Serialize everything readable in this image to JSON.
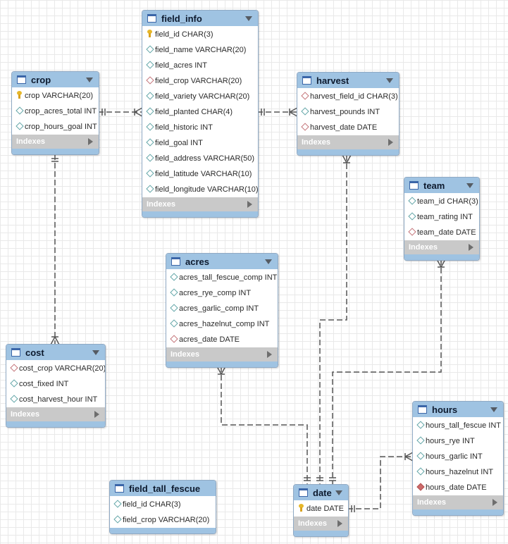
{
  "tables": {
    "field_info": {
      "name": "field_info",
      "indexes_label": "Indexes",
      "columns": [
        {
          "text": "field_id CHAR(3)",
          "icon": "key-icon"
        },
        {
          "text": "field_name VARCHAR(20)",
          "icon": "diamond-icon"
        },
        {
          "text": "field_acres INT",
          "icon": "diamond-icon"
        },
        {
          "text": "field_crop VARCHAR(20)",
          "icon": "fk-diamond-icon"
        },
        {
          "text": "field_variety VARCHAR(20)",
          "icon": "diamond-icon"
        },
        {
          "text": "field_planted CHAR(4)",
          "icon": "diamond-icon"
        },
        {
          "text": "field_historic INT",
          "icon": "diamond-icon"
        },
        {
          "text": "field_goal INT",
          "icon": "diamond-icon"
        },
        {
          "text": "field_address VARCHAR(50)",
          "icon": "diamond-icon"
        },
        {
          "text": "field_latitude VARCHAR(10)",
          "icon": "diamond-icon"
        },
        {
          "text": "field_longitude VARCHAR(10)",
          "icon": "diamond-icon"
        }
      ]
    },
    "crop": {
      "name": "crop",
      "indexes_label": "Indexes",
      "columns": [
        {
          "text": "crop VARCHAR(20)",
          "icon": "key-icon"
        },
        {
          "text": "crop_acres_total INT",
          "icon": "diamond-icon"
        },
        {
          "text": "crop_hours_goal INT",
          "icon": "diamond-icon"
        }
      ]
    },
    "harvest": {
      "name": "harvest",
      "indexes_label": "Indexes",
      "columns": [
        {
          "text": "harvest_field_id CHAR(3)",
          "icon": "fk-diamond-icon"
        },
        {
          "text": "harvest_pounds INT",
          "icon": "diamond-icon"
        },
        {
          "text": "harvest_date DATE",
          "icon": "fk-diamond-icon"
        }
      ]
    },
    "team": {
      "name": "team",
      "indexes_label": "Indexes",
      "columns": [
        {
          "text": "team_id CHAR(3)",
          "icon": "diamond-icon"
        },
        {
          "text": "team_rating INT",
          "icon": "diamond-icon"
        },
        {
          "text": "team_date DATE",
          "icon": "fk-diamond-icon"
        }
      ]
    },
    "acres": {
      "name": "acres",
      "indexes_label": "Indexes",
      "columns": [
        {
          "text": "acres_tall_fescue_comp INT",
          "icon": "diamond-icon"
        },
        {
          "text": "acres_rye_comp INT",
          "icon": "diamond-icon"
        },
        {
          "text": "acres_garlic_comp INT",
          "icon": "diamond-icon"
        },
        {
          "text": "acres_hazelnut_comp INT",
          "icon": "diamond-icon"
        },
        {
          "text": "acres_date DATE",
          "icon": "fk-diamond-icon"
        }
      ]
    },
    "cost": {
      "name": "cost",
      "indexes_label": "Indexes",
      "columns": [
        {
          "text": "cost_crop VARCHAR(20)",
          "icon": "fk-diamond-icon"
        },
        {
          "text": "cost_fixed INT",
          "icon": "diamond-icon"
        },
        {
          "text": "cost_harvest_hour INT",
          "icon": "diamond-icon"
        }
      ]
    },
    "hours": {
      "name": "hours",
      "indexes_label": "Indexes",
      "columns": [
        {
          "text": "hours_tall_fescue INT",
          "icon": "diamond-icon"
        },
        {
          "text": "hours_rye INT",
          "icon": "diamond-icon"
        },
        {
          "text": "hours_garlic INT",
          "icon": "diamond-icon"
        },
        {
          "text": "hours_hazelnut INT",
          "icon": "diamond-icon"
        },
        {
          "text": "hours_date DATE",
          "icon": "fk-filled-diamond-icon"
        }
      ]
    },
    "field_tall_fescue": {
      "name": "field_tall_fescue",
      "columns": [
        {
          "text": "field_id CHAR(3)",
          "icon": "diamond-icon"
        },
        {
          "text": "field_crop VARCHAR(20)",
          "icon": "diamond-icon"
        }
      ]
    },
    "date": {
      "name": "date",
      "indexes_label": "Indexes",
      "columns": [
        {
          "text": "date DATE",
          "icon": "key-icon"
        }
      ]
    }
  },
  "colors": {
    "header": "#9fc3e2",
    "indexes_bar": "#c9c9c9",
    "connector": "#555555",
    "primary_key": "#e6b72a"
  }
}
